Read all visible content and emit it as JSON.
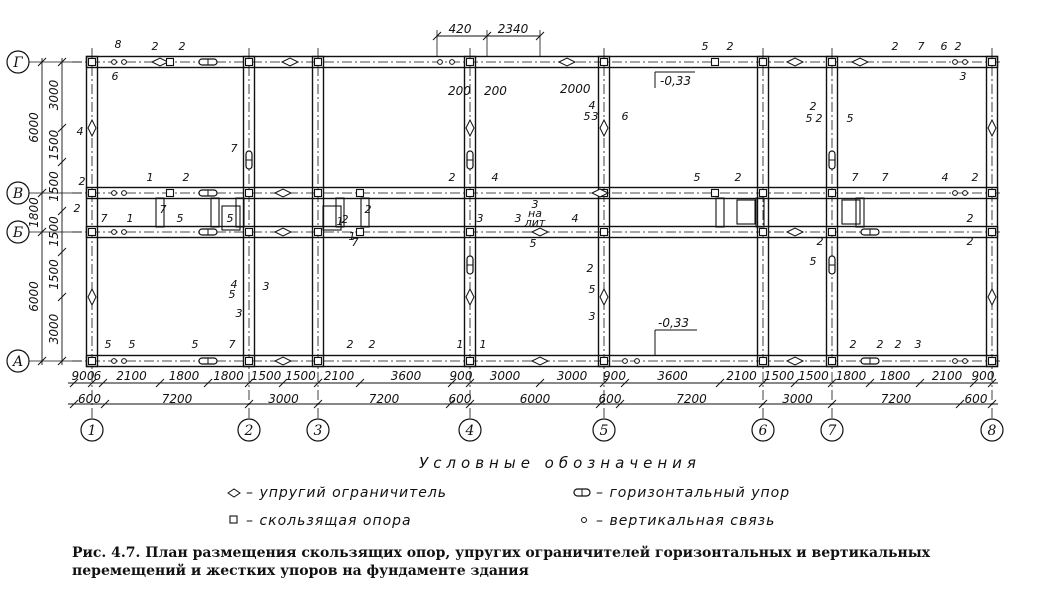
{
  "figure": {
    "caption": "Рис. 4.7. План размещения скользящих опор, упругих ограничителей горизонтальных и вертикальных перемещений и жестких упоров на фундаменте здания"
  },
  "axes": {
    "columns": [
      "1",
      "2",
      "3",
      "4",
      "5",
      "6",
      "7",
      "8"
    ],
    "rows": [
      "Г",
      "В",
      "Б",
      "А"
    ]
  },
  "dimensions": {
    "bottom_row1": [
      "900",
      "6",
      "2100",
      "1800",
      "1800",
      "1500",
      "1500",
      "2100",
      "3600",
      "900",
      "3000",
      "3000",
      "900",
      "3600",
      "2100",
      "1500",
      "1500",
      "1800",
      "1800",
      "2100",
      "900"
    ],
    "bottom_row2": [
      "600",
      "7200",
      "3000",
      "7200",
      "600",
      "6000",
      "600",
      "7200",
      "3000",
      "7200",
      "600"
    ],
    "left_outer": [
      "6000",
      "1800",
      "6000"
    ],
    "left_inner": [
      "3000",
      "1500",
      "1500",
      "1500",
      "1500",
      "3000"
    ],
    "top": [
      "420",
      "2340"
    ],
    "notes": [
      "200",
      "200",
      "2000",
      "-0,33",
      "-0,33",
      "3",
      "на",
      "лит"
    ]
  },
  "legend": {
    "title": "Условные обозначения",
    "items": [
      {
        "symbol": "diamond",
        "label": "– упругий ограничитель"
      },
      {
        "symbol": "square",
        "label": "– скользящая опора"
      },
      {
        "symbol": "stop",
        "label": "– горизонтальный упор"
      },
      {
        "symbol": "circle",
        "label": "– вертикальная связь"
      }
    ]
  },
  "labels": {
    "marks": [
      "2",
      "2",
      "8",
      "6",
      "4",
      "2",
      "2",
      "1",
      "2",
      "7",
      "7",
      "1",
      "5",
      "5",
      "2",
      "2",
      "1",
      "2",
      "4",
      "3",
      "4",
      "3",
      "5",
      "6",
      "7",
      "2",
      "2",
      "7",
      "6",
      "3",
      "2",
      "2",
      "5",
      "5",
      "7",
      "7",
      "4",
      "2",
      "2",
      "2",
      "2",
      "5",
      "5",
      "2",
      "2",
      "5",
      "4",
      "3",
      "3",
      "5",
      "3",
      "1",
      "5",
      "2",
      "2",
      "2",
      "1",
      "7",
      "5",
      "5",
      "5",
      "7",
      "2",
      "2",
      "2",
      "3",
      "1",
      "5",
      "4",
      "3"
    ]
  }
}
